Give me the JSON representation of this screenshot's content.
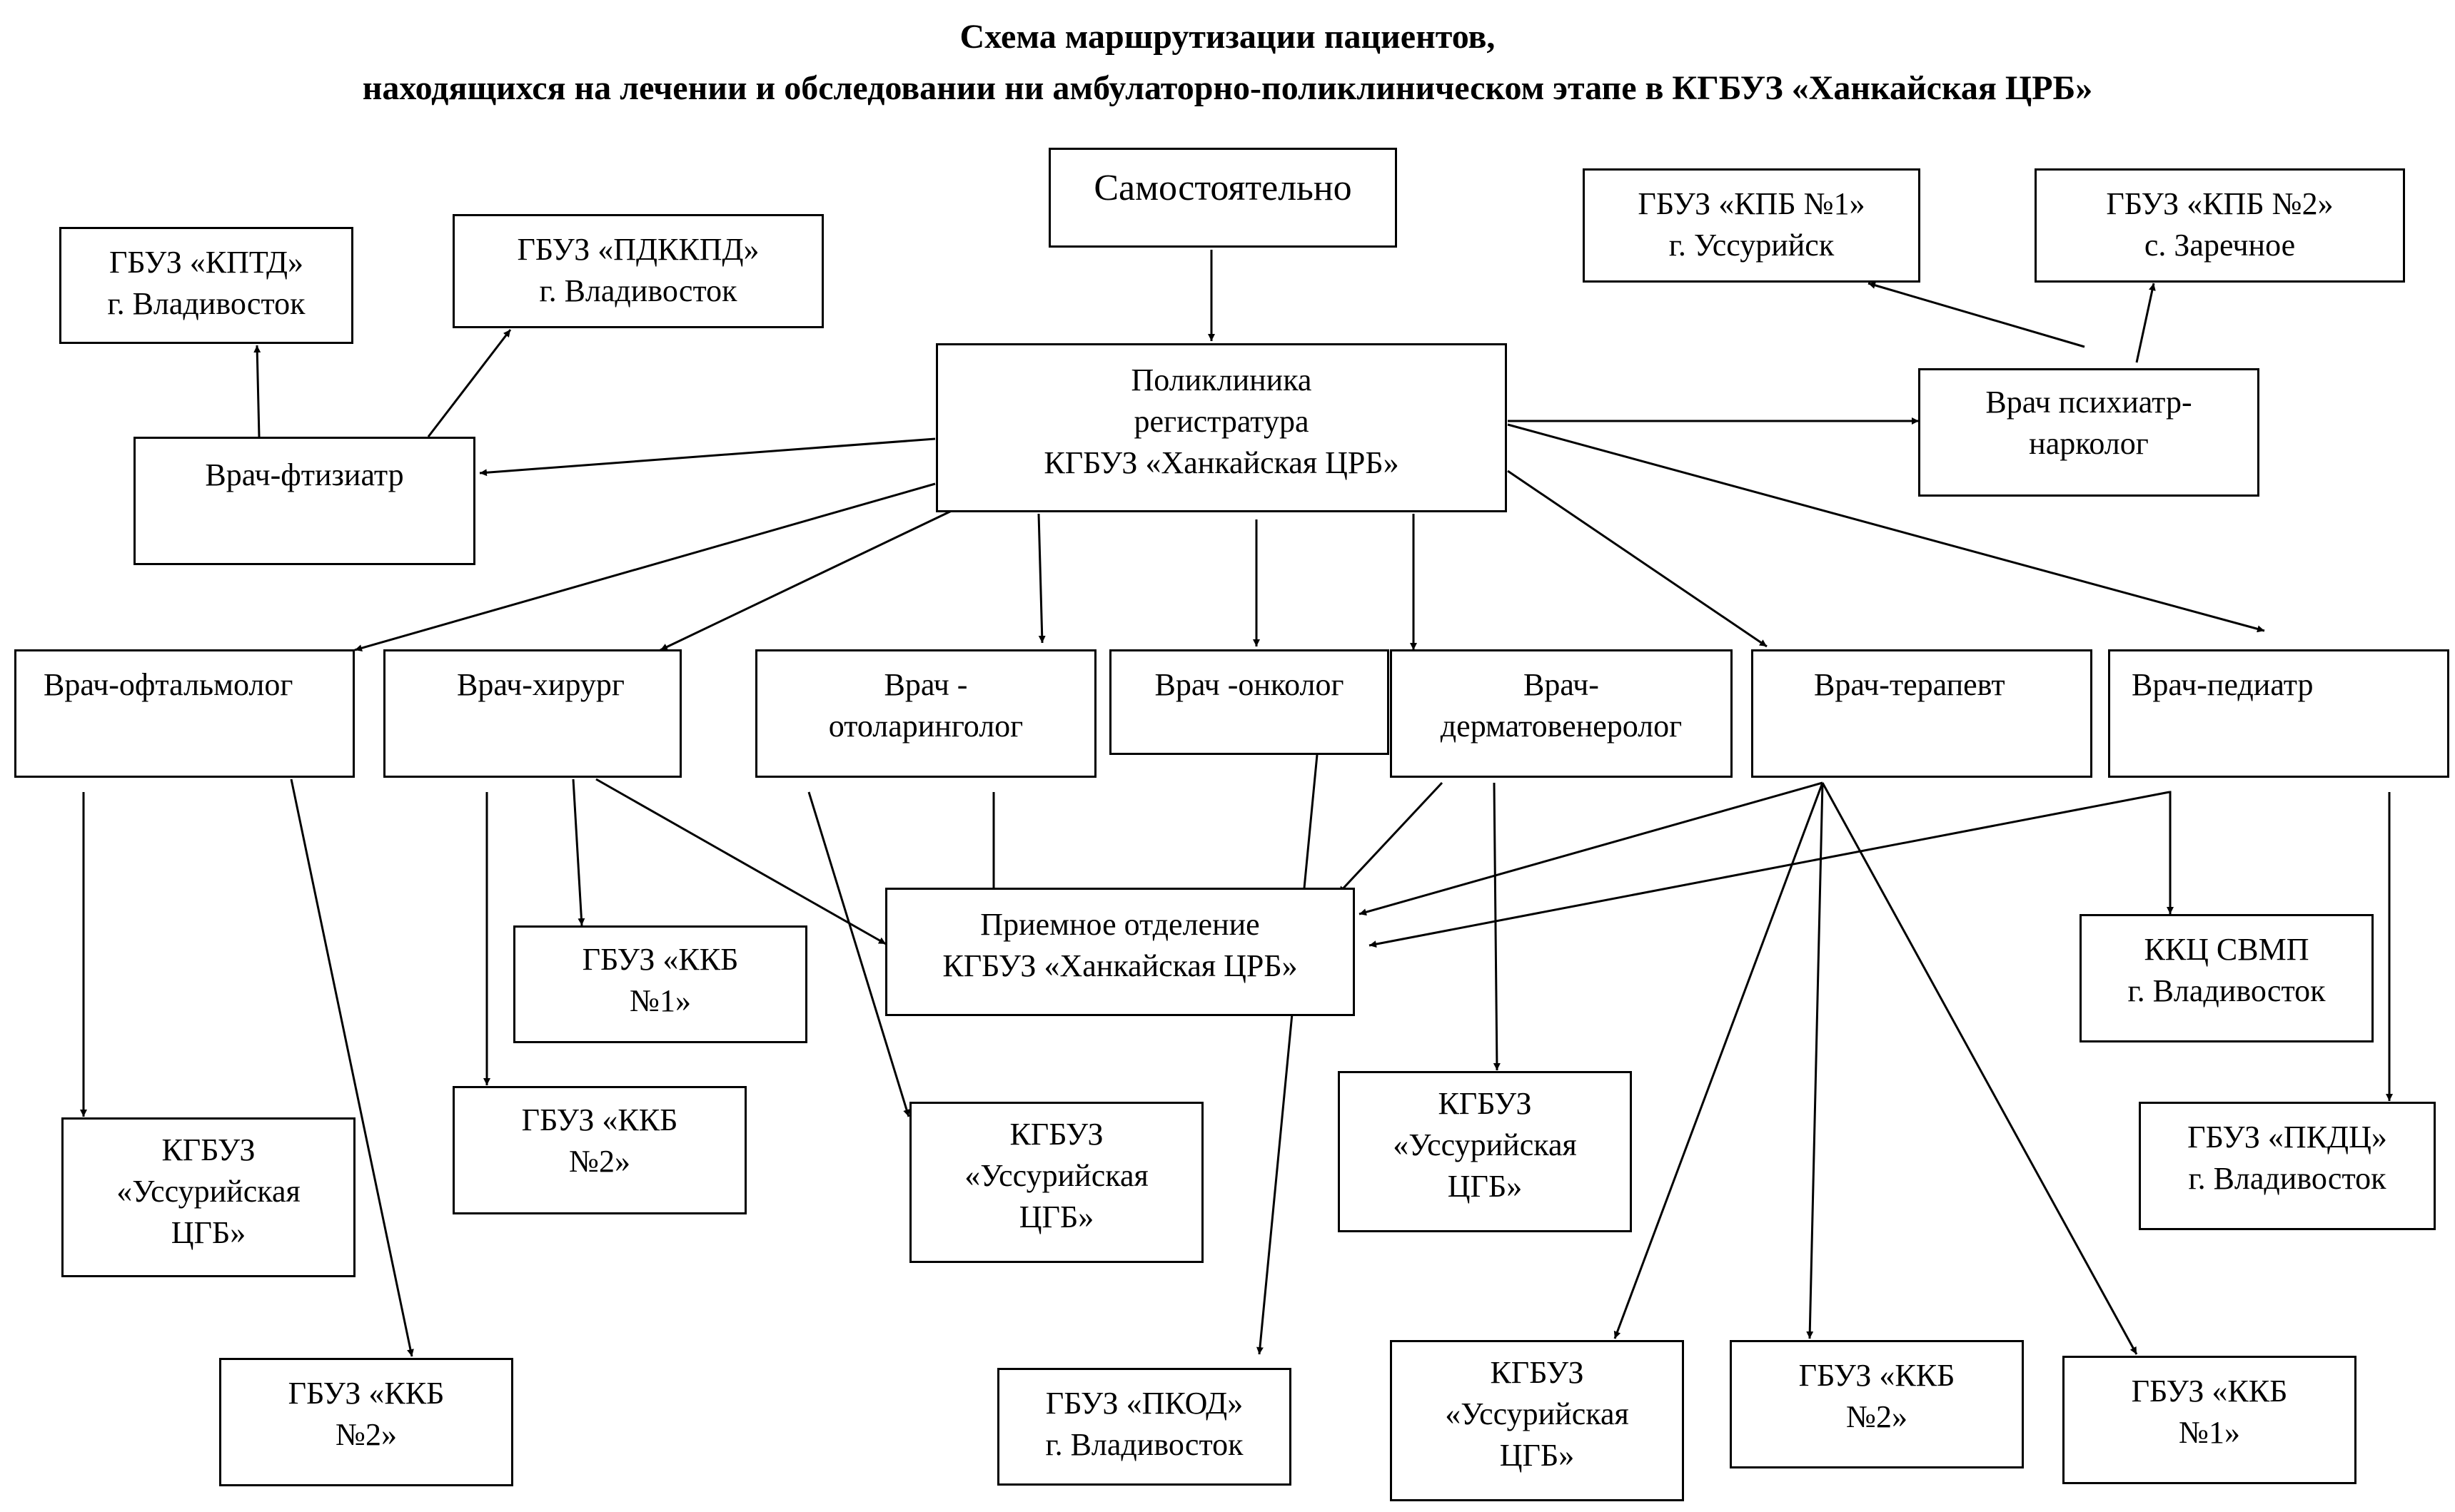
{
  "title": {
    "line1": "Схема маршрутизации пациентов,",
    "line2": "находящихся на лечении и обследовании ни амбулаторно-поликлиническом этапе в КГБУЗ «Ханкайская ЦРБ»"
  },
  "nodes": {
    "samost": [
      "Самостоятельно"
    ],
    "kptd": [
      "ГБУЗ «КПТД»",
      "г. Владивосток"
    ],
    "pdkkpd": [
      "ГБУЗ «ПДККПД»",
      "г. Владивосток"
    ],
    "kpb1": [
      "ГБУЗ «КПБ №1»",
      "г. Уссурийск"
    ],
    "kpb2": [
      "ГБУЗ «КПБ №2»",
      "с. Заречное"
    ],
    "poly": [
      "Поликлиника",
      "регистратура",
      "КГБУЗ «Ханкайская ЦРБ»"
    ],
    "ftiz": [
      "Врач-фтизиатр"
    ],
    "psych": [
      "Врач психиатр-",
      "нарколог"
    ],
    "oft": [
      "Врач-офтальмолог"
    ],
    "hir": [
      "Врач-хирург"
    ],
    "otol": [
      "Врач -",
      "отоларинголог"
    ],
    "onko": [
      "Врач -онколог"
    ],
    "derm": [
      "Врач-",
      "дерматовенеролог"
    ],
    "ter": [
      "Врач-терапевт"
    ],
    "ped": [
      "Врач-педиатр"
    ],
    "priem": [
      "Приемное отделение",
      "КГБУЗ «Ханкайская ЦРБ»"
    ],
    "kkb1_h": [
      "ГБУЗ «ККБ",
      "№1»"
    ],
    "kkc": [
      "ККЦ СВМП",
      "г. Владивосток"
    ],
    "ucgb_oft": [
      "КГБУЗ",
      "«Уссурийская",
      "ЦГБ»"
    ],
    "kkb2_h": [
      "ГБУЗ «ККБ",
      "№2»"
    ],
    "ucgb_otol": [
      "КГБУЗ",
      "«Уссурийская",
      "ЦГБ»"
    ],
    "ucgb_derm": [
      "КГБУЗ",
      "«Уссурийская",
      "ЦГБ»"
    ],
    "pkdc": [
      "ГБУЗ «ПКДЦ»",
      "г. Владивосток"
    ],
    "kkb2_oft": [
      "ГБУЗ «ККБ",
      "№2»"
    ],
    "pkod": [
      "ГБУЗ «ПКОД»",
      "г. Владивосток"
    ],
    "ucgb_ter": [
      "КГБУЗ",
      "«Уссурийская",
      "ЦГБ»"
    ],
    "kkb2_ter": [
      "ГБУЗ «ККБ",
      "№2»"
    ],
    "kkb1_ter": [
      "ГБУЗ «ККБ",
      "№1»"
    ]
  }
}
